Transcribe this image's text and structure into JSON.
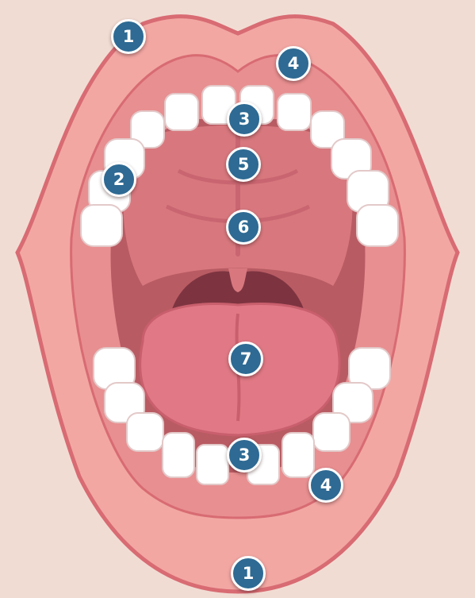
{
  "colors": {
    "background": "#f1dcd3",
    "lip_outline": "#d86b73",
    "lip_fill": "#f2a7a3",
    "gum": "#e88f91",
    "cavity": "#b95b63",
    "palate": "#d8787e",
    "throat": "#7d3440",
    "tongue": "#e07985",
    "tooth": "#ffffff",
    "marker_fill": "#2e6a93",
    "marker_border": "#ffffff"
  },
  "markers": [
    {
      "id": "upper-lip",
      "label": "1"
    },
    {
      "id": "lower-lip",
      "label": "1"
    },
    {
      "id": "molars-left",
      "label": "2"
    },
    {
      "id": "upper-incisors",
      "label": "3"
    },
    {
      "id": "lower-incisors",
      "label": "3"
    },
    {
      "id": "upper-gum",
      "label": "4"
    },
    {
      "id": "lower-gum",
      "label": "4"
    },
    {
      "id": "hard-palate",
      "label": "5"
    },
    {
      "id": "soft-palate",
      "label": "6"
    },
    {
      "id": "tongue",
      "label": "7"
    }
  ]
}
